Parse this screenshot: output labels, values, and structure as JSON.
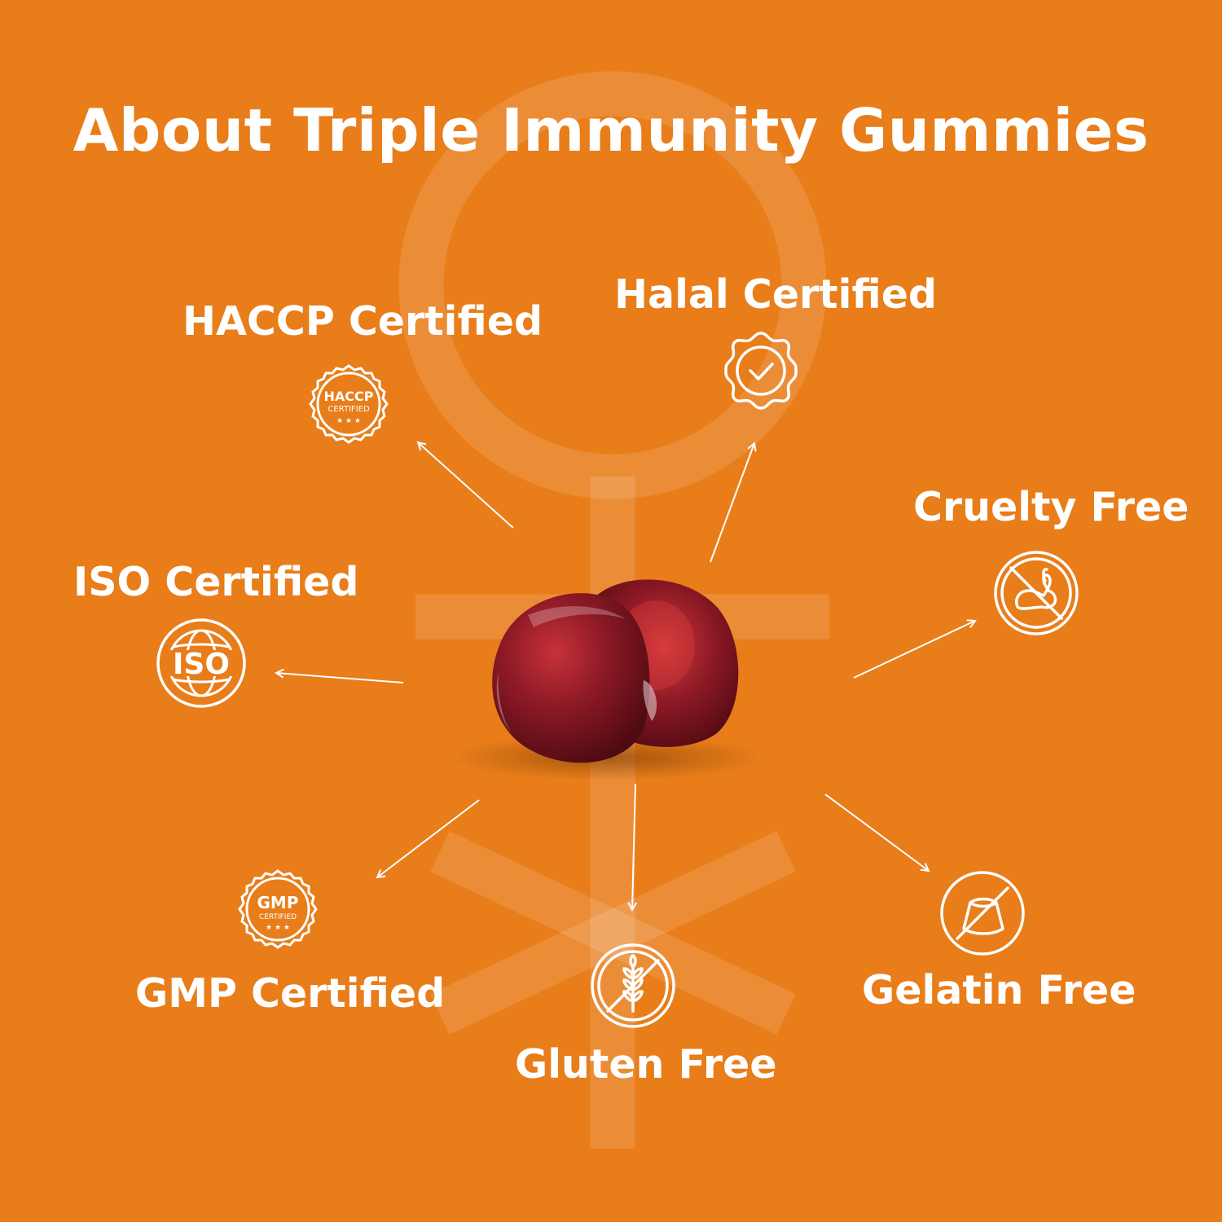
{
  "title": "About Triple Immunity Gummies",
  "colors": {
    "background": "#E87D1A",
    "foreground": "#FFFFFF",
    "gummy": "#7A1520"
  },
  "features": [
    {
      "label": "HACCP Certified",
      "icon": "haccp-certified-badge-icon",
      "badge_text": "HACCP",
      "badge_sub": "CERTIFIED"
    },
    {
      "label": "Halal Certified",
      "icon": "check-badge-icon"
    },
    {
      "label": "Cruelty Free",
      "icon": "no-rabbit-icon"
    },
    {
      "label": "ISO Certified",
      "icon": "iso-globe-icon",
      "badge_text": "ISO"
    },
    {
      "label": "GMP Certified",
      "icon": "gmp-certified-badge-icon",
      "badge_text": "GMP",
      "badge_sub": "CERTIFIED"
    },
    {
      "label": "Gluten Free",
      "icon": "no-wheat-icon"
    },
    {
      "label": "Gelatin Free",
      "icon": "no-gelatin-icon"
    }
  ]
}
